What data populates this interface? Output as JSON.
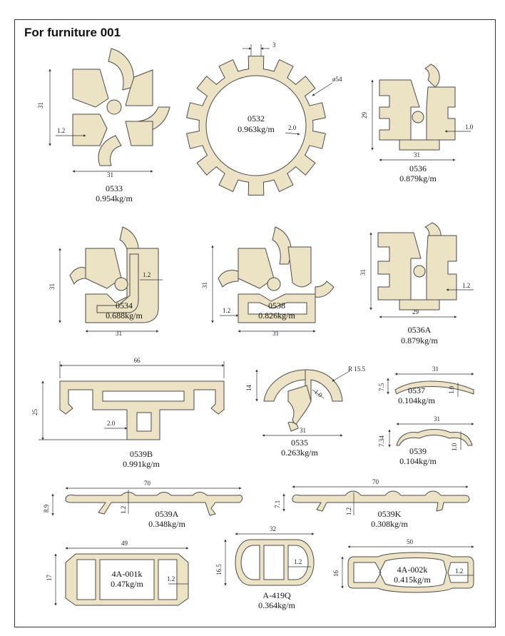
{
  "heading": "For furniture 001",
  "colors": {
    "fill": "#ece3c4",
    "stroke": "#4a4a4a",
    "dim": "#333333"
  },
  "profiles": [
    {
      "key": "p0533",
      "code": "0533",
      "weight": "0.954kg/m",
      "dims": [
        "31",
        "31",
        "1.2"
      ]
    },
    {
      "key": "p0532",
      "code": "0532",
      "weight": "0.963kg/m",
      "dims": [
        "3",
        "ø54",
        "2.0"
      ]
    },
    {
      "key": "p0536",
      "code": "0536",
      "weight": "0.879kg/m",
      "dims": [
        "29",
        "31",
        "1.0"
      ]
    },
    {
      "key": "p0534",
      "code": "0534",
      "weight": "0.688kg/m",
      "dims": [
        "31",
        "31",
        "1.2"
      ]
    },
    {
      "key": "p0538",
      "code": "0538",
      "weight": "0.826kg/m",
      "dims": [
        "31",
        "31",
        "1.2"
      ]
    },
    {
      "key": "p0536a",
      "code": "0536A",
      "weight": "0.879kg/m",
      "dims": [
        "31",
        "29",
        "1.2"
      ]
    },
    {
      "key": "p0539b",
      "code": "0539B",
      "weight": "0.991kg/m",
      "dims": [
        "66",
        "25",
        "2.0"
      ]
    },
    {
      "key": "p0535",
      "code": "0535",
      "weight": "0.263kg/m",
      "dims": [
        "R 15.5",
        "14",
        "1.0",
        "31"
      ]
    },
    {
      "key": "p0537",
      "code": "0537",
      "weight": "0.104kg/m",
      "dims": [
        "31",
        "7.5",
        "1.0"
      ]
    },
    {
      "key": "p0539",
      "code": "0539",
      "weight": "0.104kg/m",
      "dims": [
        "31",
        "7.34",
        "1.0"
      ]
    },
    {
      "key": "p0539a",
      "code": "0539A",
      "weight": "0.348kg/m",
      "dims": [
        "70",
        "8.9",
        "1.2"
      ]
    },
    {
      "key": "p0539k",
      "code": "0539K",
      "weight": "0.308kg/m",
      "dims": [
        "70",
        "7.1",
        "1.2"
      ]
    },
    {
      "key": "p4a001k",
      "code": "4A-001k",
      "weight": "0.47kg/m",
      "dims": [
        "49",
        "17",
        "1.2"
      ]
    },
    {
      "key": "pa419q",
      "code": "A-419Q",
      "weight": "0.364kg/m",
      "dims": [
        "32",
        "16.5",
        "1.2"
      ]
    },
    {
      "key": "p4a002k",
      "code": "4A-002k",
      "weight": "0.415kg/m",
      "dims": [
        "50",
        "16",
        "1.2"
      ]
    }
  ]
}
